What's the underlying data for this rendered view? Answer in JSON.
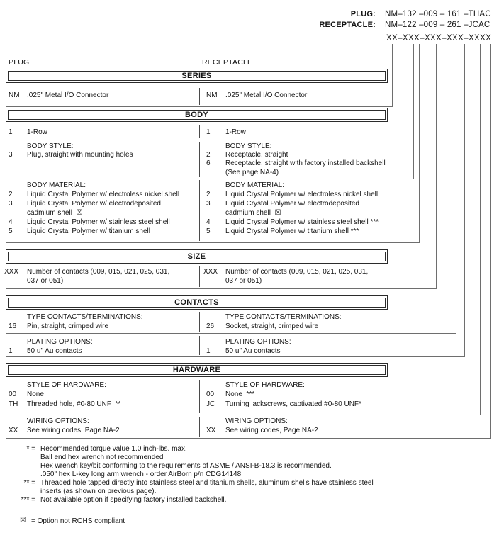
{
  "header": {
    "plug_label": "PLUG:",
    "plug_value": "NM–132 –009 – 161 –THAC",
    "receptacle_label": "RECEPTACLE:",
    "receptacle_value": "NM–122 –009 – 261 –JCAC",
    "pattern": "XX–XXX–XXX–XXX–XXXX"
  },
  "columns": {
    "left": "PLUG",
    "right": "RECEPTACLE"
  },
  "series": {
    "title": "SERIES",
    "left": {
      "code": "NM",
      "desc": ".025\" Metal I/O Connector"
    },
    "right": {
      "code": "NM",
      "desc": ".025\" Metal I/O Connector"
    }
  },
  "body": {
    "title": "BODY",
    "row": {
      "left_code": "1",
      "left_desc": "1-Row",
      "right_code": "1",
      "right_desc": "1-Row"
    },
    "style": {
      "left_title": "BODY STYLE:",
      "left_rows": [
        {
          "code": "3",
          "desc": "Plug, straight with mounting holes"
        }
      ],
      "right_title": "BODY STYLE:",
      "right_rows": [
        {
          "code": "2",
          "desc": "Receptacle, straight"
        },
        {
          "code": "6",
          "desc": "Receptacle, straight with factory installed backshell\n(See page NA-4)"
        }
      ]
    },
    "material": {
      "left_title": "BODY MATERIAL:",
      "left_rows": [
        {
          "code": "2",
          "desc": "Liquid Crystal Polymer w/ electroless nickel shell"
        },
        {
          "code": "3",
          "desc": "Liquid Crystal Polymer w/ electrodeposited\ncadmium shell  ☒"
        },
        {
          "code": "4",
          "desc": "Liquid Crystal Polymer w/ stainless steel shell"
        },
        {
          "code": "5",
          "desc": "Liquid Crystal Polymer w/ titanium shell"
        }
      ],
      "right_title": "BODY MATERIAL:",
      "right_rows": [
        {
          "code": "2",
          "desc": "Liquid Crystal Polymer w/ electroless nickel shell"
        },
        {
          "code": "3",
          "desc": "Liquid Crystal Polymer w/ electrodeposited\ncadmium shell  ☒"
        },
        {
          "code": "4",
          "desc": "Liquid Crystal Polymer w/ stainless steel shell ***"
        },
        {
          "code": "5",
          "desc": "Liquid Crystal Polymer w/ titanium shell ***"
        }
      ]
    }
  },
  "size": {
    "title": "SIZE",
    "left": {
      "code": "XXX",
      "desc": "Number of contacts (009, 015, 021, 025, 031,\n037 or 051)"
    },
    "right": {
      "code": "XXX",
      "desc": "Number of contacts (009, 015, 021, 025, 031,\n037 or 051)"
    }
  },
  "contacts": {
    "title": "CONTACTS",
    "type": {
      "left_title": "TYPE CONTACTS/TERMINATIONS:",
      "left_row": {
        "code": "16",
        "desc": "Pin, straight, crimped wire"
      },
      "right_title": "TYPE CONTACTS/TERMINATIONS:",
      "right_row": {
        "code": "26",
        "desc": "Socket, straight, crimped wire"
      }
    },
    "plating": {
      "left_title": "PLATING OPTIONS:",
      "left_row": {
        "code": "1",
        "desc": "50 u\" Au contacts"
      },
      "right_title": "PLATING OPTIONS:",
      "right_row": {
        "code": "1",
        "desc": "50 u\" Au contacts"
      }
    }
  },
  "hardware": {
    "title": "HARDWARE",
    "style": {
      "left_title": "STYLE OF HARDWARE:",
      "left_rows": [
        {
          "code": "00",
          "desc": "None"
        },
        {
          "code": "TH",
          "desc": "Threaded hole, #0-80 UNF  **"
        }
      ],
      "right_title": "STYLE OF HARDWARE:",
      "right_rows": [
        {
          "code": "00",
          "desc": "None  ***"
        },
        {
          "code": "JC",
          "desc": "Turning jackscrews, captivated #0-80 UNF*"
        }
      ]
    },
    "wiring": {
      "left_title": "WIRING OPTIONS:",
      "left_row": {
        "code": "XX",
        "desc": "See wiring codes, Page NA-2"
      },
      "right_title": "WIRING OPTIONS:",
      "right_row": {
        "code": "XX",
        "desc": "See wiring codes, Page NA-2"
      }
    }
  },
  "footnotes": [
    {
      "marker": "* =",
      "text": "Recommended torque value 1.0 inch-lbs. max.\nBall end hex wrench not recommended\nHex wrench key/bit conforming to the requirements of ASME / ANSI-B-18.3 is recommended.\n.050\" hex L-key long arm wrench - order AirBorn p/n CDG14148."
    },
    {
      "marker": "** =",
      "text": "Threaded hole tapped directly into stainless steel and titanium shells, aluminum shells have stainless steel\ninserts (as shown on previous page)."
    },
    {
      "marker": "*** =",
      "text": "Not available option if specifying factory installed backshell."
    }
  ],
  "rohs_note": {
    "icon": "☒",
    "text": "= Option not ROHS compliant"
  }
}
